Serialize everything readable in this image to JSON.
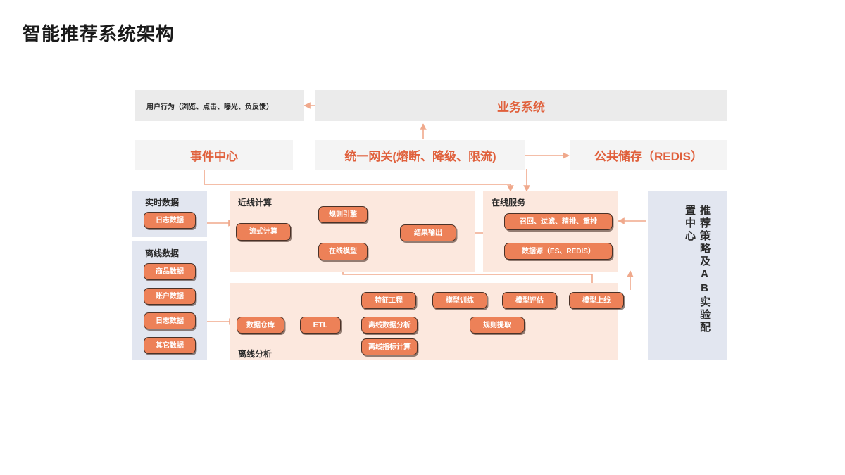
{
  "page": {
    "title": "智能推荐系统架构"
  },
  "top_row": {
    "user_behavior": "用户行为（浏览、点击、曝光、负反馈）",
    "business_system": "业务系统"
  },
  "mid_row": {
    "event_center": "事件中心",
    "gateway": "统一网关(熔断、降级、限流)",
    "public_storage": "公共储存（REDIS）"
  },
  "realtime_data": {
    "title": "实时数据",
    "items": [
      "日志数据"
    ]
  },
  "offline_data": {
    "title": "离线数据",
    "items": [
      "商品数据",
      "账户数据",
      "日志数据",
      "其它数据"
    ]
  },
  "nearline": {
    "title": "近线计算",
    "stream": "流式计算",
    "rule_engine": "规则引擎",
    "online_model": "在线模型",
    "result_output": "结果输出"
  },
  "online_service": {
    "title": "在线服务",
    "recall": "召回、过滤、精排、重排",
    "datasource": "数据源（ES、REDIS）"
  },
  "offline_analysis": {
    "title": "离线分析",
    "warehouse": "数据仓库",
    "etl": "ETL",
    "feature_eng": "特征工程",
    "model_train": "模型训练",
    "model_eval": "模型评估",
    "model_deploy": "模型上线",
    "offline_data_analysis": "离线数据分析",
    "rule_extract": "规则提取",
    "offline_metrics": "离线指标计算"
  },
  "side_panel": {
    "title": "推荐策略及AB实验配置中心"
  },
  "colors": {
    "accent": "#E0603C",
    "node_fill": "#ED8158",
    "peach_panel": "#FCE8DE",
    "bluegrey_panel": "#E2E6F0",
    "grey_panel": "#EBEBEB",
    "arrow": "#F0A98C"
  }
}
